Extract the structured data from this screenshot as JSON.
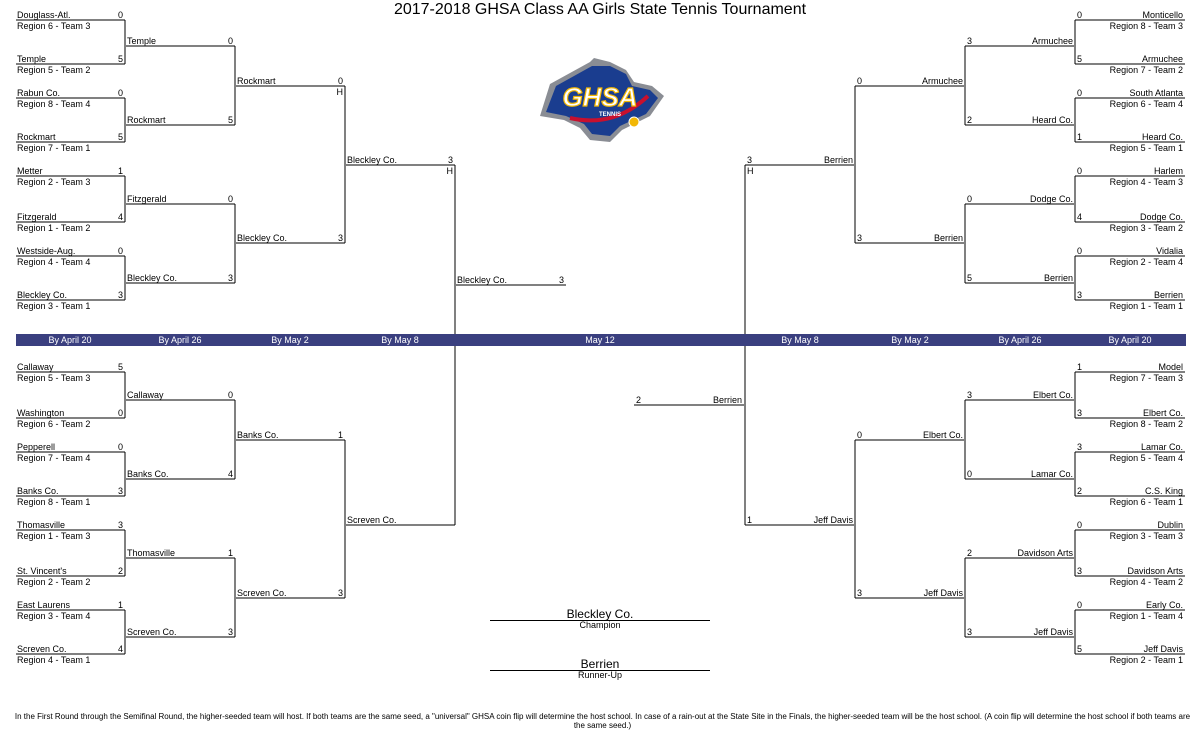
{
  "title": "2017-2018 GHSA Class AA Girls State Tennis Tournament",
  "logo": {
    "text": "GHSA",
    "subtext": "TENNIS",
    "colors": {
      "blue": "#1a3d8f",
      "gold": "#f2b705",
      "red": "#c8102e",
      "grey": "#8a8d94"
    }
  },
  "colors": {
    "band": "#3a3f7f",
    "band_text": "#ffffff"
  },
  "rounds": [
    "By April 20",
    "By April 26",
    "By May 2",
    "By May 8",
    "May 12",
    "By May 8",
    "By May 2",
    "By April 26",
    "By April 20"
  ],
  "left_top": {
    "first_round": [
      {
        "name": "Douglass-Atl.",
        "seed": "Region 6 - Team 3",
        "score": "0"
      },
      {
        "name": "Temple",
        "seed": "Region 5 - Team 2",
        "score": "5"
      },
      {
        "name": "Rabun Co.",
        "seed": "Region 8 - Team 4",
        "score": "0"
      },
      {
        "name": "Rockmart",
        "seed": "Region 7 - Team 1",
        "score": "5"
      },
      {
        "name": "Metter",
        "seed": "Region 2 - Team 3",
        "score": "1"
      },
      {
        "name": "Fitzgerald",
        "seed": "Region 1 - Team 2",
        "score": "4"
      },
      {
        "name": "Westside-Aug.",
        "seed": "Region 4 - Team 4",
        "score": "0"
      },
      {
        "name": "Bleckley Co.",
        "seed": "Region 3 - Team 1",
        "score": "3"
      }
    ],
    "second_round": [
      {
        "name": "Temple",
        "score": "0"
      },
      {
        "name": "Rockmart",
        "score": "5"
      },
      {
        "name": "Fitzgerald",
        "score": "0"
      },
      {
        "name": "Bleckley Co.",
        "score": "3"
      }
    ],
    "quarterfinal": [
      {
        "name": "Rockmart",
        "score": "0",
        "host": "H"
      },
      {
        "name": "Bleckley Co.",
        "score": "3"
      }
    ],
    "semifinal": {
      "name": "Bleckley Co.",
      "score": "3",
      "host": "H"
    }
  },
  "left_bottom": {
    "first_round": [
      {
        "name": "Callaway",
        "seed": "Region 5 - Team 3",
        "score": "5"
      },
      {
        "name": "Washington",
        "seed": "Region 6 - Team 2",
        "score": "0"
      },
      {
        "name": "Pepperell",
        "seed": "Region 7 - Team 4",
        "score": "0"
      },
      {
        "name": "Banks Co.",
        "seed": "Region 8 - Team 1",
        "score": "3"
      },
      {
        "name": "Thomasville",
        "seed": "Region 1 - Team 3",
        "score": "3"
      },
      {
        "name": "St. Vincent's",
        "seed": "Region 2 - Team 2",
        "score": "2"
      },
      {
        "name": "East Laurens",
        "seed": "Region 3 - Team 4",
        "score": "1"
      },
      {
        "name": "Screven Co.",
        "seed": "Region 4 - Team 1",
        "score": "4"
      }
    ],
    "second_round": [
      {
        "name": "Callaway",
        "score": "0"
      },
      {
        "name": "Banks Co.",
        "score": "4"
      },
      {
        "name": "Thomasville",
        "score": "1"
      },
      {
        "name": "Screven Co.",
        "score": "3"
      }
    ],
    "quarterfinal": [
      {
        "name": "Banks Co.",
        "score": "1"
      },
      {
        "name": "Screven Co.",
        "score": "3"
      }
    ],
    "semifinal": {
      "name": "Screven Co.",
      "score": ""
    }
  },
  "right_top": {
    "first_round": [
      {
        "name": "Monticello",
        "seed": "Region 8 - Team 3",
        "score": "0"
      },
      {
        "name": "Armuchee",
        "seed": "Region 7 - Team 2",
        "score": "5"
      },
      {
        "name": "South Atlanta",
        "seed": "Region 6 - Team 4",
        "score": "0"
      },
      {
        "name": "Heard Co.",
        "seed": "Region 5 - Team 1",
        "score": "1"
      },
      {
        "name": "Harlem",
        "seed": "Region 4 - Team 3",
        "score": "0"
      },
      {
        "name": "Dodge Co.",
        "seed": "Region 3 - Team 2",
        "score": "4"
      },
      {
        "name": "Vidalia",
        "seed": "Region 2 - Team 4",
        "score": "0"
      },
      {
        "name": "Berrien",
        "seed": "Region 1 - Team 1",
        "score": "3"
      }
    ],
    "second_round": [
      {
        "name": "Armuchee",
        "score": "3"
      },
      {
        "name": "Heard Co.",
        "score": "2"
      },
      {
        "name": "Dodge Co.",
        "score": "0"
      },
      {
        "name": "Berrien",
        "score": "5"
      }
    ],
    "quarterfinal": [
      {
        "name": "Armuchee",
        "score": "0"
      },
      {
        "name": "Berrien",
        "score": "3"
      }
    ],
    "semifinal": {
      "name": "Berrien",
      "score": "3",
      "host": "H"
    }
  },
  "right_bottom": {
    "first_round": [
      {
        "name": "Model",
        "seed": "Region 7 - Team 3",
        "score": "1"
      },
      {
        "name": "Elbert Co.",
        "seed": "Region 8 - Team 2",
        "score": "3"
      },
      {
        "name": "Lamar Co.",
        "seed": "Region 5 - Team 4",
        "score": "3"
      },
      {
        "name": "C.S. King",
        "seed": "Region 6 - Team 1",
        "score": "2"
      },
      {
        "name": "Dublin",
        "seed": "Region 3 - Team 3",
        "score": "0"
      },
      {
        "name": "Davidson Arts",
        "seed": "Region 4 - Team 2",
        "score": "3"
      },
      {
        "name": "Early Co.",
        "seed": "Region 1 - Team 4",
        "score": "0"
      },
      {
        "name": "Jeff Davis",
        "seed": "Region 2 - Team 1",
        "score": "5"
      }
    ],
    "second_round": [
      {
        "name": "Elbert Co.",
        "score": "3"
      },
      {
        "name": "Lamar Co.",
        "score": "0"
      },
      {
        "name": "Davidson Arts",
        "score": "2"
      },
      {
        "name": "Jeff Davis",
        "score": "3"
      }
    ],
    "quarterfinal": [
      {
        "name": "Elbert Co.",
        "score": "0"
      },
      {
        "name": "Jeff Davis",
        "score": "3"
      }
    ],
    "semifinal": {
      "name": "Jeff Davis",
      "score": "1"
    }
  },
  "finals": {
    "left": {
      "name": "Bleckley Co.",
      "score": "3"
    },
    "right": {
      "name": "Berrien",
      "score": "2"
    }
  },
  "champion": {
    "name": "Bleckley Co.",
    "caption": "Champion"
  },
  "runner_up": {
    "name": "Berrien",
    "caption": "Runner-Up"
  },
  "footnote": "In the First Round through the Semifinal Round, the higher-seeded team will host.  If both teams are the same seed, a \"universal\" GHSA coin flip will determine the host school. In case of a rain-out at the State Site in the Finals, the higher-seeded team will be the host school. (A coin flip will determine the host school if both teams are the same seed.)"
}
